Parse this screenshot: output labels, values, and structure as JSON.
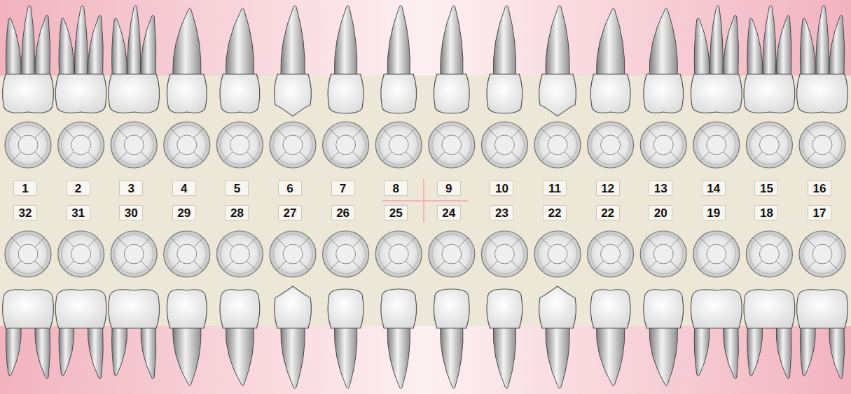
{
  "diagram": {
    "nodes": [
      {
        "text": [
          "1"
        ]
      },
      {
        "text": [
          "2"
        ]
      },
      {
        "text": [
          "3"
        ]
      },
      {
        "text": [
          "4"
        ]
      },
      {
        "text": [
          "5"
        ]
      },
      {
        "text": [
          "6"
        ]
      },
      {
        "text": [
          "7"
        ]
      },
      {
        "text": [
          "8"
        ]
      },
      {
        "text": [
          "9"
        ]
      },
      {
        "text": [
          "10"
        ]
      },
      {
        "text": [
          "11"
        ]
      },
      {
        "text": [
          "12"
        ]
      },
      {
        "text": [
          "13"
        ]
      },
      {
        "text": [
          "14"
        ]
      },
      {
        "text": [
          "15"
        ]
      },
      {
        "text": [
          "16"
        ]
      },
      {
        "text": [
          "32"
        ]
      },
      {
        "text": [
          "31"
        ]
      },
      {
        "text": [
          "30"
        ]
      },
      {
        "text": [
          "29"
        ]
      },
      {
        "text": [
          "28"
        ]
      },
      {
        "text": [
          "27"
        ]
      },
      {
        "text": [
          "26"
        ]
      },
      {
        "text": [
          "25"
        ]
      },
      {
        "text": [
          "24"
        ]
      },
      {
        "text": [
          "23"
        ]
      },
      {
        "text": [
          "22"
        ]
      },
      {
        "text": [
          "22"
        ]
      },
      {
        "text": [
          "20"
        ]
      },
      {
        "text": [
          "19"
        ]
      },
      {
        "text": [
          "18"
        ]
      },
      {
        "text": [
          "17"
        ]
      }
    ]
  }
}
